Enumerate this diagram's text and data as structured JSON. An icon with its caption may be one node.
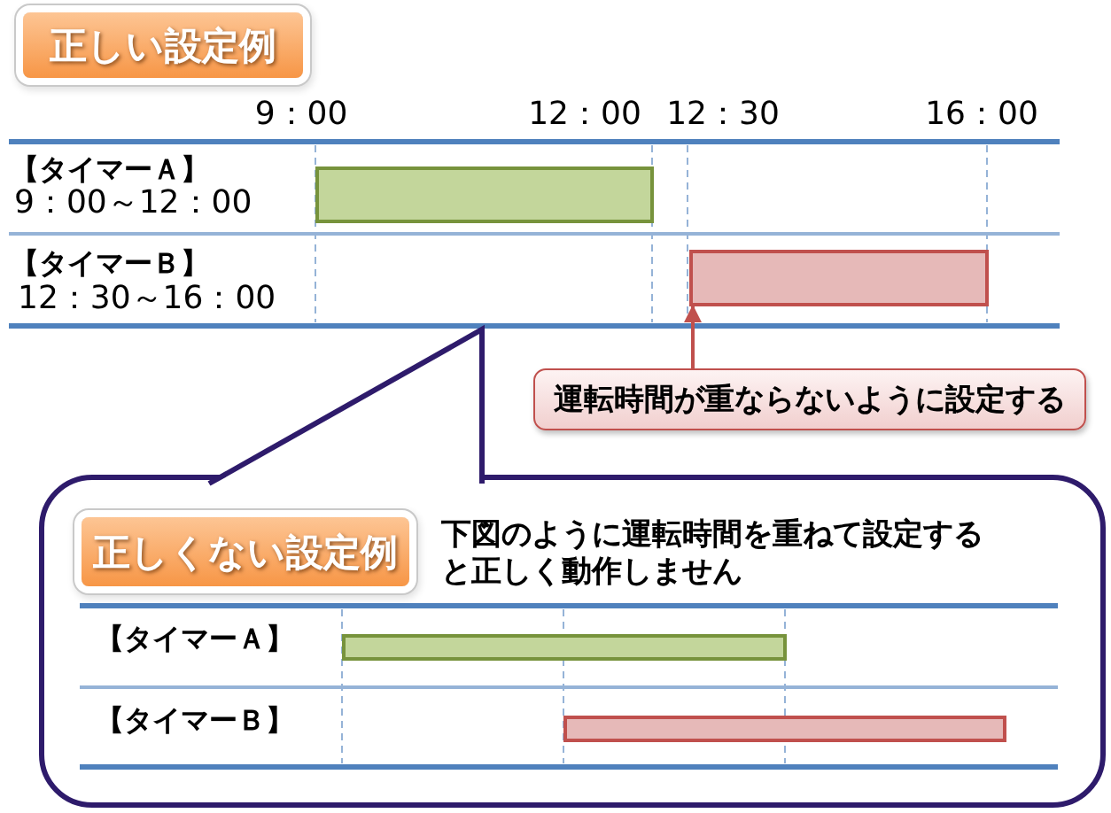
{
  "diagram": {
    "nodes": [
      {
        "text": [
          "正しい設定例"
        ]
      },
      {
        "text": [],
        "shape": "bar"
      },
      {
        "text": [],
        "shape": "bar"
      },
      {
        "text": [
          "運転時間が重ならないように設定する"
        ]
      },
      {
        "text": [
          "下図のように運転時間を重ねて設定すると正しく動作しません"
        ]
      },
      {
        "text": [
          "正しくない設定例"
        ],
        "in": 4
      },
      {
        "text": [],
        "shape": "bar",
        "in": 4
      },
      {
        "text": [],
        "shape": "bar",
        "in": 4
      }
    ],
    "edges": [
      {
        "from": 3,
        "to": 2,
        "arrow": "to"
      }
    ],
    "labels": [
      "9：00",
      "12：00",
      "12：30",
      "16：00",
      "【タイマーＡ】",
      "9：00～12：00",
      "【タイマーＢ】",
      "12：30～16：00",
      "【タイマーＡ】",
      "【タイマーＢ】"
    ]
  }
}
